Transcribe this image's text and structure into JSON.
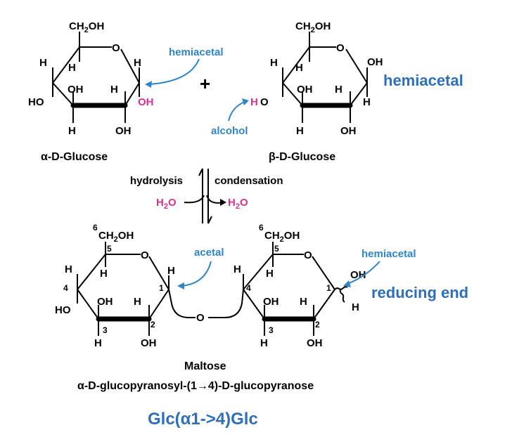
{
  "molecules": {
    "alpha_glucose": {
      "name": "α-D-Glucose",
      "ch2oh": "CH2OH",
      "ring_o": "O",
      "oh_anomeric": "OH",
      "ho_c4": "HO",
      "oh_c3": "OH",
      "oh_c2": "OH",
      "h": "H"
    },
    "beta_glucose": {
      "name": "β-D-Glucose",
      "ch2oh": "CH2OH",
      "ring_o": "O",
      "oh_anomeric": "OH",
      "ho_c4": "HO",
      "oh_c3": "OH",
      "oh_c2": "OH",
      "h": "H"
    },
    "maltose": {
      "name": "Maltose",
      "systematic": "α-D-glucopyranosyl-(1→4)-D-glucopyranose",
      "short": "Glc(α1->4)Glc",
      "bridge_o": "O",
      "ch2oh": "CH2OH",
      "ring_o": "O",
      "carbon_numbers": [
        "6",
        "5",
        "4",
        "3",
        "2",
        "1"
      ]
    }
  },
  "labels": {
    "plus": "+",
    "hemiacetal_left": "hemiacetal",
    "hemiacetal_right": "hemiacetal",
    "hemiacetal_big": "hemiacetal",
    "alcohol": "alcohol",
    "acetal": "acetal",
    "hemiacetal_maltose": "hemiacetal",
    "reducing_end": "reducing end",
    "hydrolysis": "hydrolysis",
    "condensation": "condensation",
    "water": "H2O"
  },
  "colors": {
    "annotation_blue": "#2e86c8",
    "heading_blue": "#2f6fb7",
    "highlight_pink": "#d6338f"
  }
}
